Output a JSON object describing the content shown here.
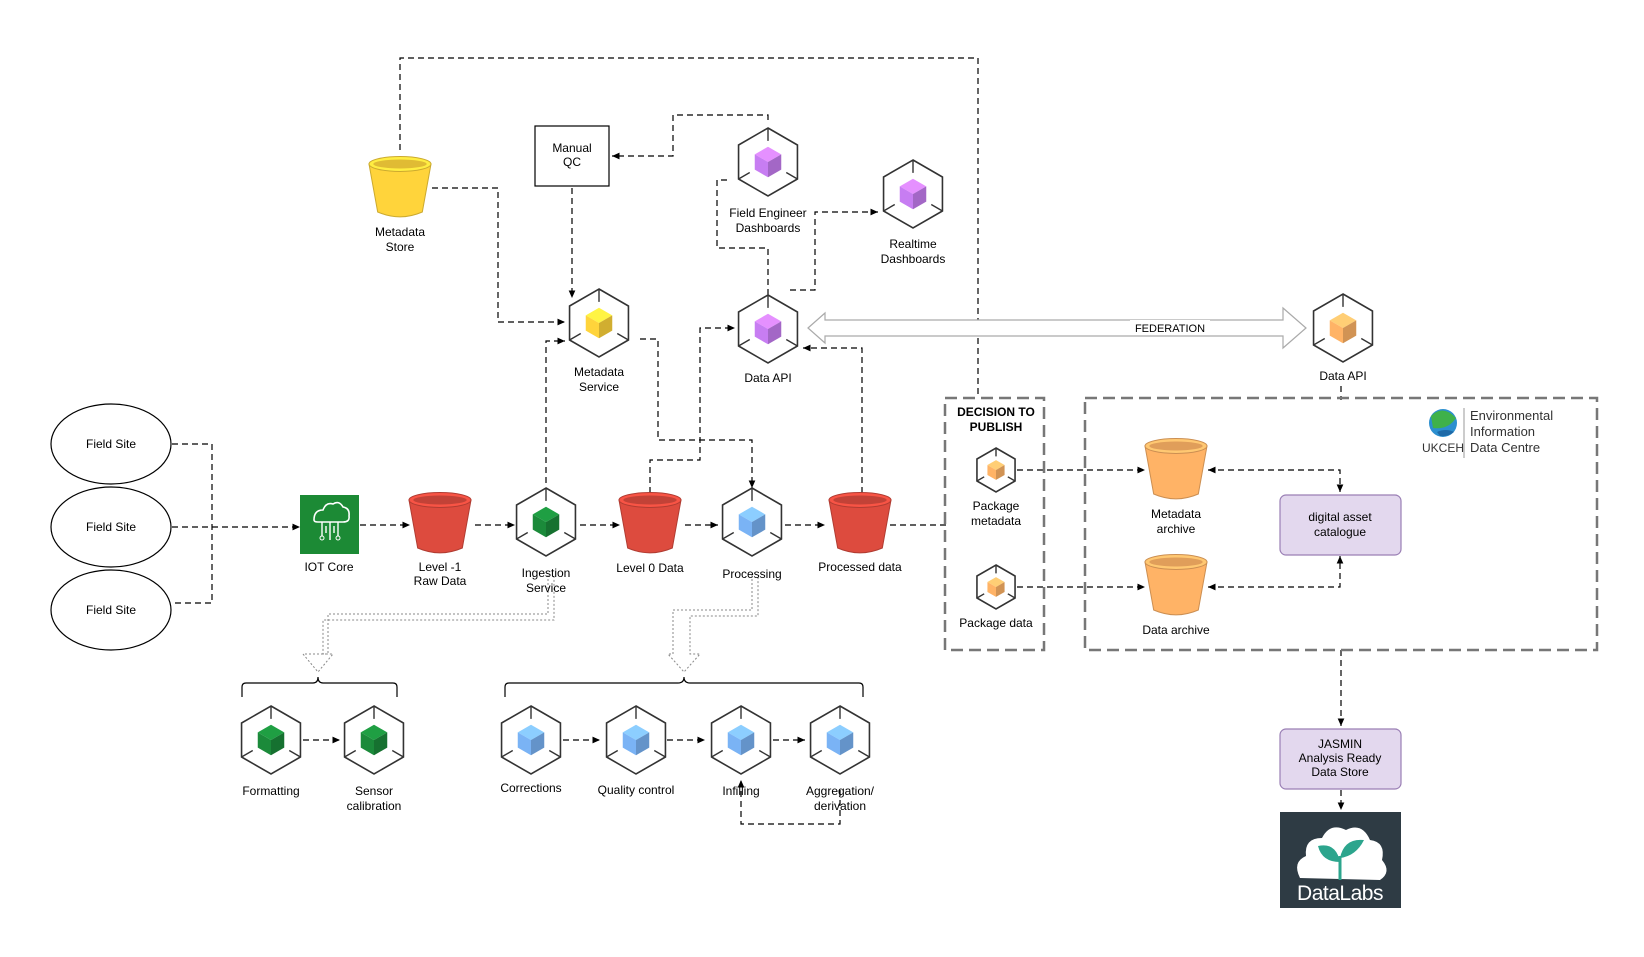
{
  "diagram": {
    "field_sites": [
      "Field Site",
      "Field Site",
      "Field Site"
    ],
    "iot_core": "IOT Core",
    "level_minus1": [
      "Level -1",
      "Raw Data"
    ],
    "ingestion_service": [
      "Ingestion",
      "Service"
    ],
    "level0": "Level 0 Data",
    "processing": "Processing",
    "processed_data": "Processed data",
    "metadata_store": [
      "Metadata",
      "Store"
    ],
    "manual_qc": [
      "Manual",
      "QC"
    ],
    "metadata_service": [
      "Metadata",
      "Service"
    ],
    "field_engineer_dashboards": [
      "Field Engineer",
      "Dashboards"
    ],
    "realtime_dashboards": [
      "Realtime",
      "Dashboards"
    ],
    "data_api": "Data API",
    "federation": "FEDERATION",
    "remote_data_api": "Data API",
    "decision_to_publish": [
      "DECISION TO",
      "PUBLISH"
    ],
    "package_metadata": [
      "Package",
      "metadata"
    ],
    "package_data": "Package data",
    "metadata_archive": [
      "Metadata",
      "archive"
    ],
    "data_archive": "Data archive",
    "digital_asset_catalogue": [
      "digital asset",
      "catalogue"
    ],
    "eidc_logo": {
      "org": "UKCEH",
      "lines": [
        "Environmental",
        "Information",
        "Data Centre"
      ]
    },
    "jasmin": [
      "JASMIN",
      "Analysis Ready",
      "Data Store"
    ],
    "datalabs": "DataLabs",
    "ingestion_steps": [
      "Formatting",
      [
        "Sensor",
        "calibration"
      ]
    ],
    "processing_steps": [
      "Corrections",
      "Quality control",
      "Infilling",
      [
        "Aggregation/",
        "derivation"
      ]
    ]
  },
  "colors": {
    "bucket_red": "#dd4b3e",
    "bucket_yellow": "#ffd43b",
    "bucket_orange": "#ffb366",
    "cube_green": "#1b8a3a",
    "cube_blue": "#7ab3f5",
    "cube_purple": "#c77df2",
    "cube_yellow": "#ffd43b",
    "cube_orange": "#ffb366",
    "catalogue_fill": "#e3d8ee",
    "catalogue_stroke": "#9a7fb5",
    "iot_green": "#1c8a35",
    "datalabs_bg": "#2e3b44",
    "datalabs_leaf": "#2ca58d"
  }
}
